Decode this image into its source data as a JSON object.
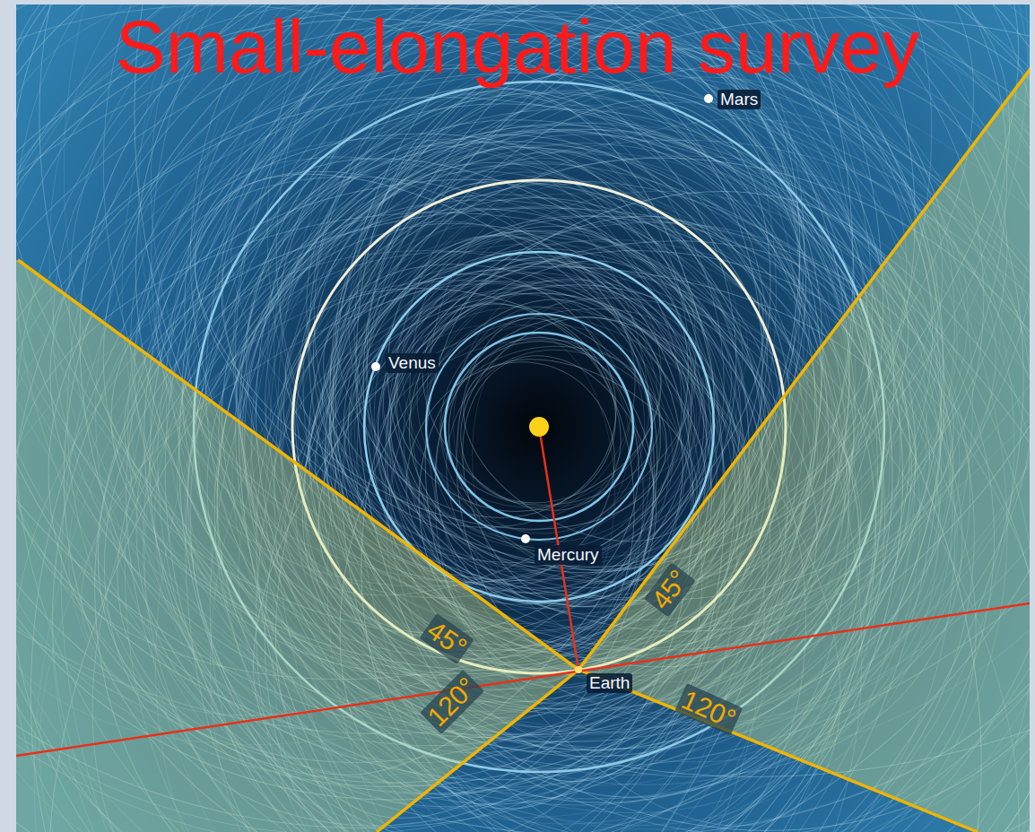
{
  "diagram": {
    "title": "Small-elongation survey",
    "labels": [
      "Mars",
      "Venus",
      "Mercury",
      "Earth",
      "45°",
      "45°",
      "120°",
      "120°"
    ]
  }
}
